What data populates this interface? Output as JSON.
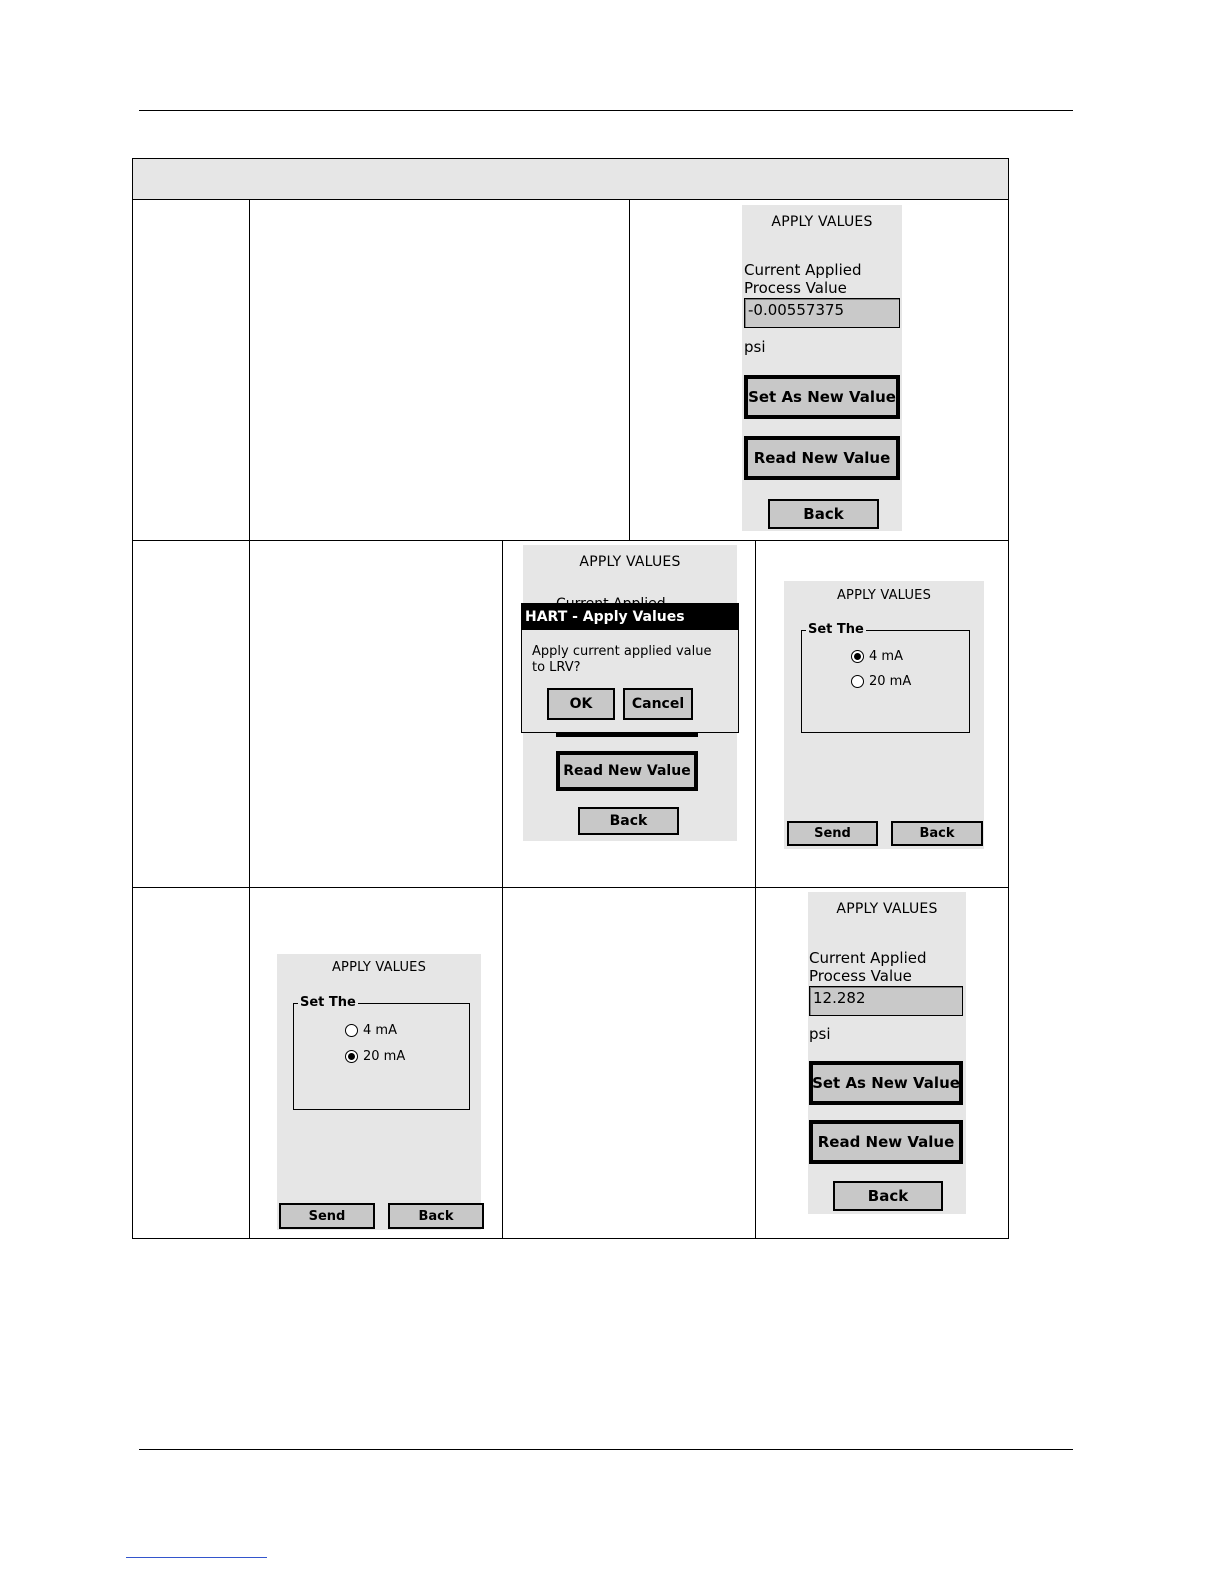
{
  "screen_apply": {
    "title": "APPLY VALUES",
    "label_line1": "Current Applied",
    "label_line2": "Process Value",
    "value_row1": "-0.00557375",
    "value_row3": "12.282",
    "unit": "psi",
    "set_button": "Set As New Value",
    "read_button": "Read New Value",
    "back_button": "Back"
  },
  "dialog": {
    "behind_label": "Current Applied",
    "title": "HART - Apply Values",
    "message_line1": "Apply current applied value",
    "message_line2": "to LRV?",
    "ok_button": "OK",
    "cancel_button": "Cancel"
  },
  "set_screen": {
    "title": "APPLY VALUES",
    "group_label": "Set The",
    "option_4ma": "4 mA",
    "option_20ma": "20 mA",
    "send_button": "Send",
    "back_button": "Back"
  }
}
